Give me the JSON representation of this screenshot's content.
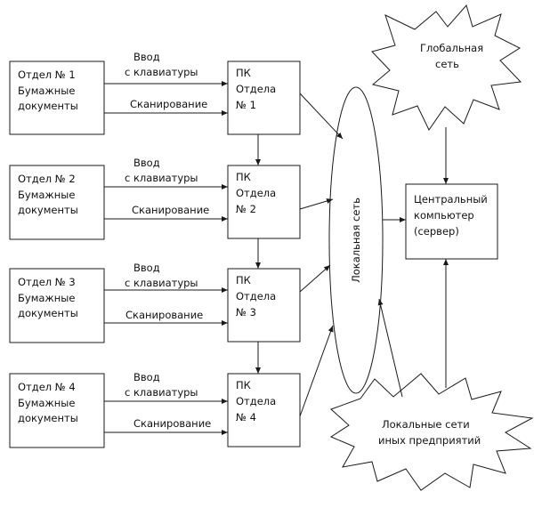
{
  "departments": [
    {
      "name": "Отдел № 1",
      "line2": "Бумажные",
      "line3": "документы"
    },
    {
      "name": "Отдел № 2",
      "line2": "Бумажные",
      "line3": "документы"
    },
    {
      "name": "Отдел № 3",
      "line2": "Бумажные",
      "line3": "документы"
    },
    {
      "name": "Отдел № 4",
      "line2": "Бумажные",
      "line3": "документы"
    }
  ],
  "inputs": {
    "keyboard_line1": "Ввод",
    "keyboard_line2": "с клавиатуры",
    "scan": "Сканирование"
  },
  "pcs": [
    {
      "line1": "ПК",
      "line2": "Отдела",
      "line3": "№ 1"
    },
    {
      "line1": "ПК",
      "line2": "Отдела",
      "line3": "№ 2"
    },
    {
      "line1": "ПК",
      "line2": "Отдела",
      "line3": "№ 3"
    },
    {
      "line1": "ПК",
      "line2": "Отдела",
      "line3": "№ 4"
    }
  ],
  "local_network": "Локальная сеть",
  "server": {
    "line1": "Центральный",
    "line2": "компьютер",
    "line3": "(сервер)"
  },
  "global_network": {
    "line1": "Глобальная",
    "line2": "сеть"
  },
  "other_networks": {
    "line1": "Локальные сети",
    "line2": "иных предприятий"
  }
}
